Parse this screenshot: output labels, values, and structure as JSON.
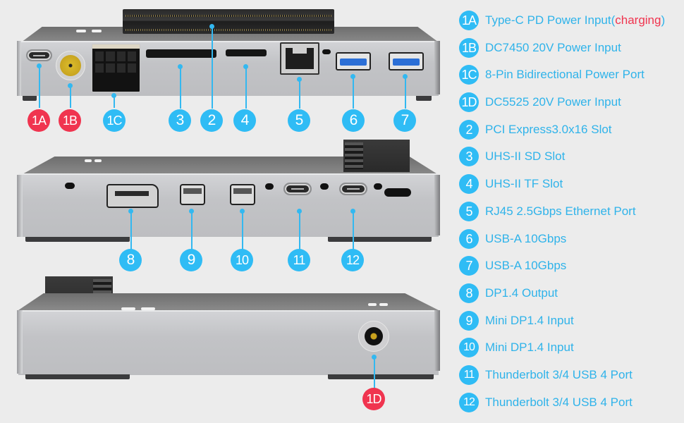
{
  "callouts": {
    "top_device": [
      "1A",
      "1B",
      "1C",
      "3",
      "2",
      "4",
      "5",
      "6",
      "7"
    ],
    "middle_device": [
      "8",
      "9",
      "10",
      "11",
      "12"
    ],
    "bottom_device": [
      "1D"
    ]
  },
  "colors": {
    "accent_blue": "#2fbcf5",
    "accent_red": "#f0344f",
    "legend_text": "#2fb3ea",
    "background": "#ececec"
  },
  "legend": [
    {
      "num": "1A",
      "text": "Type-C PD Power Input(",
      "highlight": "charging",
      "suffix": ")"
    },
    {
      "num": "1B",
      "text": "DC7450 20V Power Input"
    },
    {
      "num": "1C",
      "text": "8-Pin Bidirectional Power Port"
    },
    {
      "num": "1D",
      "text": "DC5525 20V Power Input"
    },
    {
      "num": "2",
      "text": "PCI Express3.0x16 Slot"
    },
    {
      "num": "3",
      "text": "UHS-II SD Slot"
    },
    {
      "num": "4",
      "text": "UHS-II TF Slot"
    },
    {
      "num": "5",
      "text": "RJ45 2.5Gbps Ethernet Port"
    },
    {
      "num": "6",
      "text": "USB-A 10Gbps"
    },
    {
      "num": "7",
      "text": "USB-A 10Gbps"
    },
    {
      "num": "8",
      "text": "DP1.4 Output"
    },
    {
      "num": "9",
      "text": "Mini DP1.4 Input"
    },
    {
      "num": "10",
      "text": "Mini DP1.4 Input"
    },
    {
      "num": "11",
      "text": "Thunderbolt 3/4 USB 4 Port"
    },
    {
      "num": "12",
      "text": "Thunderbolt 3/4 USB 4 Port"
    }
  ]
}
